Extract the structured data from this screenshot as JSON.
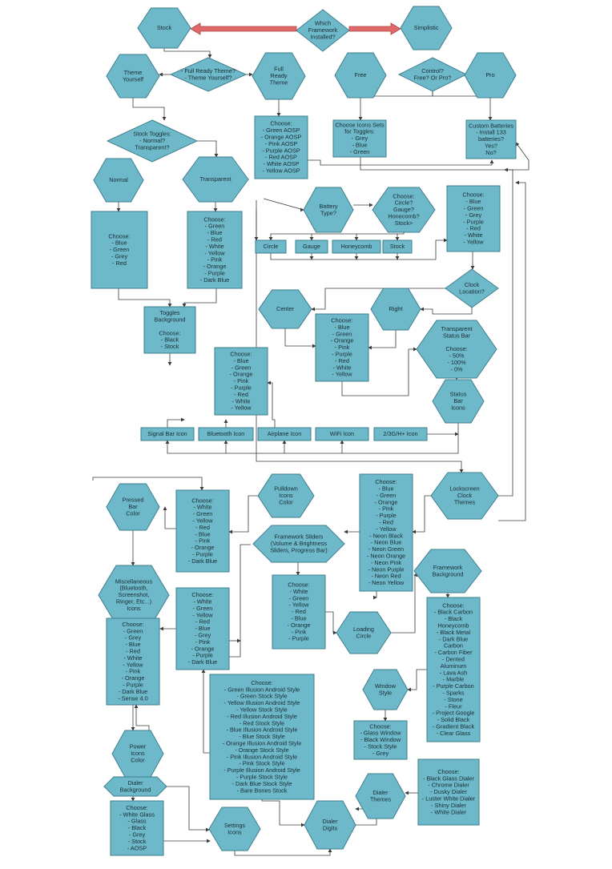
{
  "nodes": {
    "which": [
      "Which",
      "Framework",
      "Installed?"
    ],
    "stock": [
      "Stock"
    ],
    "simplistic": [
      "Simplistic"
    ],
    "full_ready_q": [
      "- Full Ready Theme?",
      "- Theme Yourself?"
    ],
    "theme_yourself": [
      "Theme",
      "Yourself"
    ],
    "full_ready_theme": [
      "Full",
      "Ready",
      "Theme"
    ],
    "control_q": [
      "Control?",
      "Free? Or Pro?"
    ],
    "free": [
      "Free"
    ],
    "pro": [
      "Pro"
    ],
    "stock_toggles": [
      "Stock Toggles:",
      "- Normal?",
      "Transparent?"
    ],
    "aosp_list": [
      "Choose:",
      "- Green AOSP",
      "- Orange AOSP",
      "- Pink AOSP",
      "- Purple AOSP",
      "- Red AOSP",
      "- White AOSP",
      "- Yellow AOSP"
    ],
    "icon_sets": [
      "Choose Icons Sets",
      "for Toggles:",
      "- Grey",
      "- Blue",
      "- Green"
    ],
    "custom_batteries": [
      "Custom Batteries",
      "- Install 133",
      "batteries?",
      "Yes?",
      "No?"
    ],
    "normal": [
      "Normal"
    ],
    "transparent": [
      "Transparent"
    ],
    "battery_type": [
      "Battery",
      "Type?"
    ],
    "battery_q": [
      "Choose:",
      "Circle?",
      "Gauge?",
      "Honecomb?",
      "Stock>"
    ],
    "clock_colors": [
      "Choose:",
      "- Blue",
      "- Green",
      "- Grey",
      "- Purple",
      "- Red",
      "- White",
      "- Yellow"
    ],
    "normal_colors": [
      "Choose:",
      "- Blue",
      "- Green",
      "- Grey",
      "- Red"
    ],
    "transparent_colors": [
      "Choose:",
      "- Green",
      "- Blue",
      "- Red",
      "- White",
      "- Yellow",
      "- Pink",
      "- Orange",
      "- Purple",
      "- Dark Blue"
    ],
    "circle": [
      "Circle"
    ],
    "gauge": [
      "Gauge"
    ],
    "honeycomb": [
      "Honeycomb"
    ],
    "stock_batt": [
      "Stock"
    ],
    "clock_location": [
      "Clock",
      "Location?"
    ],
    "center": [
      "Center"
    ],
    "right": [
      "Right"
    ],
    "toggles_bg": [
      "Toggles",
      "Background",
      "",
      "Choose:",
      "- Black",
      "- Stock"
    ],
    "center_colors": [
      "Choose:",
      "- Blue",
      "- Green",
      "- Orange",
      "- Pink",
      "- Purple",
      "- Red",
      "- White",
      "- Yellow"
    ],
    "transparent_status": [
      "Transparent",
      "Status Bar",
      "",
      "Choose:",
      "- 50%",
      "- 100%",
      "- 0%"
    ],
    "status_icons_colors": [
      "Choose:",
      "- Blue",
      "- Green",
      "- Orange",
      "- Pink",
      "- Purple",
      "- Red",
      "- White",
      "- Yellow"
    ],
    "status_bar_icons": [
      "Status",
      "Bar",
      "Icons"
    ],
    "signal_bar": [
      "Signal Bar Icon"
    ],
    "bluetooth": [
      "Bluetooth Icon"
    ],
    "airplane": [
      "Airplane Icon"
    ],
    "wifi": [
      "WiFi Icon"
    ],
    "g3": [
      "2/3G/H+ Icon"
    ],
    "pressed_bar": [
      "Pressed",
      "Bar",
      "Color"
    ],
    "pressed_colors": [
      "Choose:",
      "- White",
      "- Green",
      "- Yellow",
      "- Red",
      "- Blue",
      "- Pink",
      "- Orange",
      "- Purple",
      "- Dark Blue"
    ],
    "pulldown_icons": [
      "Pulldown",
      "Icons",
      "Color"
    ],
    "lockscreen_colors": [
      "Choose:",
      "- Blue",
      "- Green",
      "- Orange",
      "- Pink",
      "- Purple",
      "- Red",
      "- Yellow",
      "- Neon Black",
      "- Neon Blue",
      "- Neon Green",
      "- Neon Orange",
      "- Neon Pink",
      "- Neon Purple",
      "- Neon Red",
      "- Neon Yellow"
    ],
    "lockscreen": [
      "Lockscreen",
      "Clock",
      "Themes"
    ],
    "framework_sliders": [
      "Framework Sliders",
      "(Volume & Brightness",
      "Sliders, Progress Bar)"
    ],
    "misc": [
      "Miscellaneous",
      "(Bluetooth,",
      "Screenshot,",
      "Ringer, Etc...)",
      "Icons"
    ],
    "framework_bg": [
      "Framework",
      "Background"
    ],
    "misc_colors": [
      "Choose:",
      "- Green",
      "- Grey",
      "- Blue",
      "- Red",
      "- White",
      "- Yellow",
      "- Pink",
      "- Orange",
      "- Purple",
      "- Dark Blue",
      "- Sense 4.0"
    ],
    "pulldown_colors": [
      "Choose:",
      "- White",
      "- Green",
      "- Yellow",
      "- Red",
      "- Blue",
      "- Grey",
      "- Pink",
      "- Orange",
      "- Purple",
      "- Dark Blue"
    ],
    "slider_colors": [
      "Choose:",
      "- White",
      "- Green",
      "- Yellow",
      "- Red",
      "- Blue",
      "- Orange",
      "- Pink",
      "- Purple"
    ],
    "loading_circle": [
      "Loading",
      "Circle"
    ],
    "bg_list": [
      "Choose:",
      "- Black Carbon",
      "- Black",
      "Honeycomb",
      "- Black Metal",
      "- Dark Blue",
      "Carbon",
      "- Carbon Fiber",
      "- Dented",
      "Aluminum",
      "- Lava Ash",
      "- Marble",
      "- Purple Carbon",
      "- Sparks",
      "- Stone",
      "- Fleur",
      "- Project Google",
      "- Solid Black",
      "- Gradient Black",
      "- Clear Glass"
    ],
    "illusion_list": [
      "Choose:",
      "- Green Illusion Android Style",
      "- Green Stock Style",
      "- Yellow Illusion Android Style",
      "- Yellow Stock Style",
      "- Red Illusion Android Style",
      "- Red Stock Style",
      "- Blue Illusion Android Style",
      "- Blue Stock Style",
      "- Orange Illusion Android Style",
      "- Orange Stock Style",
      "- Pink Illusion Android Style",
      "- Pink Stock Style",
      "- Purple Illusion Android Style",
      "- Purple Stock Style",
      "- Dark Blue Stock Style",
      "- Bare Bones Stock"
    ],
    "window_style": [
      "Window",
      "Style"
    ],
    "window_list": [
      "Choose:",
      "- Glass Window",
      "- Black Window",
      "- Stock Style",
      "- Grey"
    ],
    "power_icons": [
      "Power",
      "Icons",
      "Color"
    ],
    "dialer_bg": [
      "Dialer",
      "Background"
    ],
    "dialer_themes": [
      "Dialer",
      "Themes"
    ],
    "dialer_list": [
      "Choose:",
      "- Black Glass Dialer",
      "- Chrome Dialer",
      "- Dusky Dialer",
      "- Luster White Dialer",
      "- Shiny Dialer",
      "- White Dialer"
    ],
    "dialer_bg_list": [
      "Choose:",
      "- White Glass",
      "- Glass",
      "- Black",
      "- Grey",
      "- Stock",
      "- AOSP"
    ],
    "settings_icons": [
      "Settings",
      "Icons"
    ],
    "dialer_digits": [
      "Dialer",
      "Digits"
    ]
  },
  "colors": {
    "node_fill": "#6db9c9",
    "node_stroke": "#3f7f8f",
    "connector": "#3b3b3b",
    "highlight_arrow": "#e06a6a"
  }
}
